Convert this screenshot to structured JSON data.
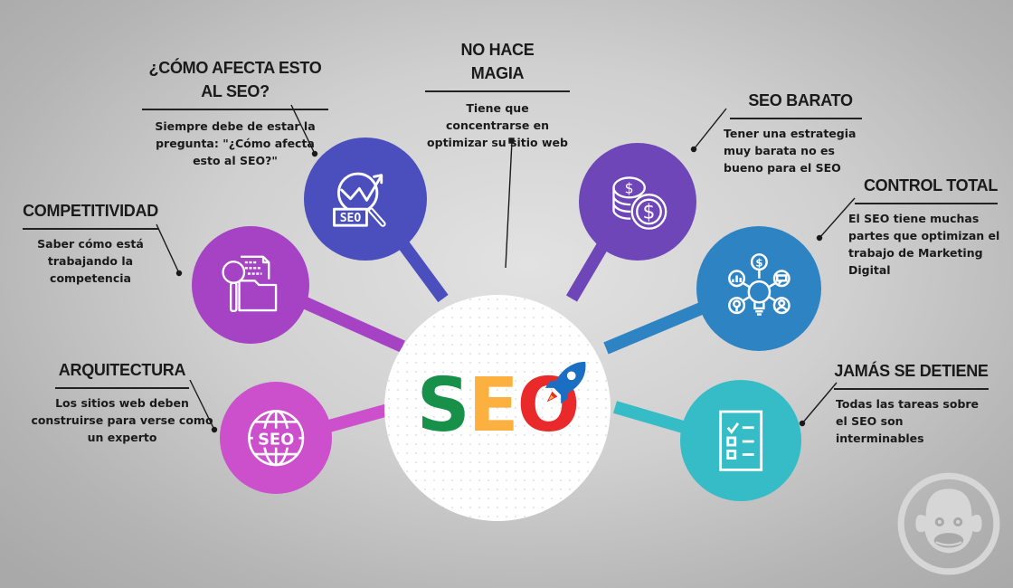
{
  "center": {
    "logo_letters": [
      "S",
      "E",
      "O"
    ],
    "logo_icon": "rocket-icon",
    "colors": {
      "S": "#17914a",
      "E": "#fbb040",
      "O": "#ea2a2a",
      "rocket": "#1b6fc2"
    }
  },
  "items": [
    {
      "id": "como-afecta",
      "title": "¿CÓMO AFECTA ESTO AL SEO?",
      "title_line1": "¿CÓMO AFECTA ESTO",
      "title_line2": "AL SEO?",
      "description": "Siempre debe de estar la pregunta: \"¿Cómo afecta esto al SEO?\"",
      "icon": "seo-analytics-magnifier-icon",
      "color": "#4a4fbd"
    },
    {
      "id": "no-hace-magia",
      "title": "NO HACE MAGIA",
      "description": "Tiene que concentrarse en optimizar su sitio web",
      "icon": "none",
      "color": "#222222"
    },
    {
      "id": "seo-barato",
      "title": "SEO BARATO",
      "description": "Tener una estrategia muy barata no es bueno para el SEO",
      "icon": "coins-dollar-icon",
      "color": "#6e46b8"
    },
    {
      "id": "control-total",
      "title": "CONTROL TOTAL",
      "description": "El SEO tiene muchas partes que optimizan el trabajo de Marketing Digital",
      "icon": "lightbulb-network-icon",
      "color": "#2e84c2"
    },
    {
      "id": "jamas-se-detiene",
      "title": "JAMÁS SE DETIENE",
      "description": "Todas las tareas sobre el SEO son interminables",
      "icon": "checklist-icon",
      "color": "#35bcc6"
    },
    {
      "id": "competitividad",
      "title": "COMPETITIVIDAD",
      "description": "Saber cómo está trabajando la competencia",
      "icon": "folder-search-icon",
      "color": "#a543c4"
    },
    {
      "id": "arquitectura",
      "title": "ARQUITECTURA",
      "description": "Los sitios web deben construirse para verse como un experto",
      "icon": "globe-seo-icon",
      "color": "#cc4fcc"
    }
  ],
  "watermark": {
    "icon": "monkey-logo-icon"
  }
}
